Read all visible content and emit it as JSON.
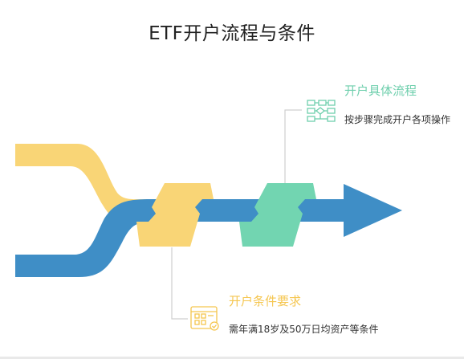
{
  "title": "ETF开户流程与条件",
  "callouts": {
    "process": {
      "title": "开户具体流程",
      "desc": "按步骤完成开户各项操作",
      "icon": "flowchart-icon",
      "color": "#6fcfad"
    },
    "requirements": {
      "title": "开户条件要求",
      "desc": "需年满18岁及50万日均资产等条件",
      "icon": "form-checklist-icon",
      "color": "#f5c64f"
    }
  },
  "colors": {
    "yellow_band": "#f9d576",
    "blue_band": "#3f8ec6",
    "green_band": "#72d5b1",
    "connector": "#cccccc"
  }
}
